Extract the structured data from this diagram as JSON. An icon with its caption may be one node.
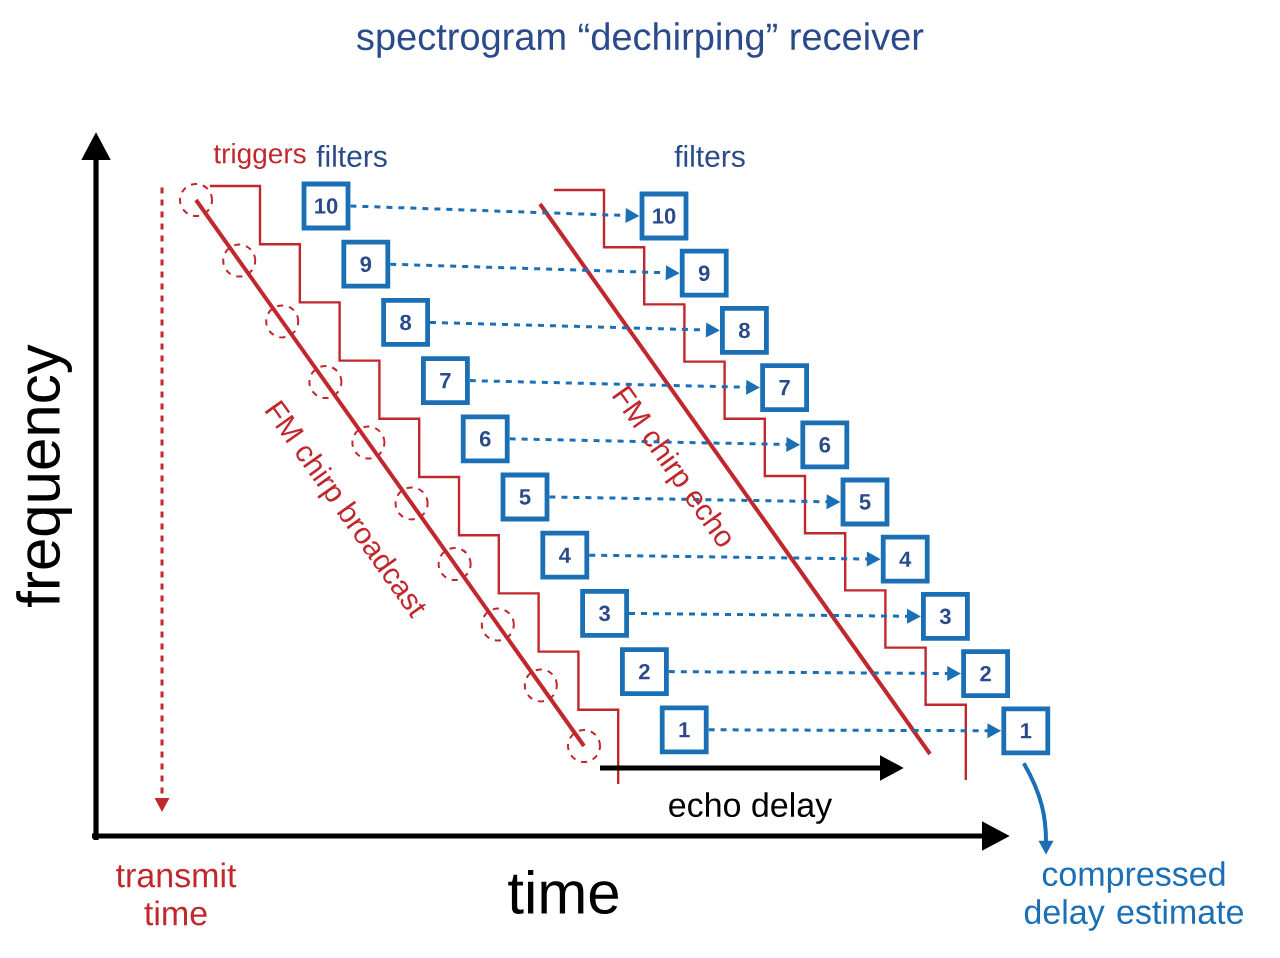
{
  "diagram": {
    "title": "spectrogram “dechirping” receiver",
    "nodes": [
      {
        "text": [
          "10"
        ]
      },
      {
        "text": [
          "9"
        ]
      },
      {
        "text": [
          "8"
        ]
      },
      {
        "text": [
          "7"
        ]
      },
      {
        "text": [
          "6"
        ]
      },
      {
        "text": [
          "5"
        ]
      },
      {
        "text": [
          "4"
        ]
      },
      {
        "text": [
          "3"
        ]
      },
      {
        "text": [
          "2"
        ]
      },
      {
        "text": [
          "1"
        ]
      },
      {
        "text": [
          "10"
        ]
      },
      {
        "text": [
          "9"
        ]
      },
      {
        "text": [
          "8"
        ]
      },
      {
        "text": [
          "7"
        ]
      },
      {
        "text": [
          "6"
        ]
      },
      {
        "text": [
          "5"
        ]
      },
      {
        "text": [
          "4"
        ]
      },
      {
        "text": [
          "3"
        ]
      },
      {
        "text": [
          "2"
        ]
      },
      {
        "text": [
          "1"
        ]
      },
      {
        "text": [
          "triggers"
        ]
      },
      {
        "text": [
          "transmit time"
        ]
      },
      {
        "text": [
          "compressed delay estimate"
        ]
      }
    ],
    "edges": [
      {
        "from": 0,
        "to": 10,
        "arrow": "to",
        "style": "dashed"
      },
      {
        "from": 1,
        "to": 11,
        "arrow": "to",
        "style": "dashed"
      },
      {
        "from": 2,
        "to": 12,
        "arrow": "to",
        "style": "dashed"
      },
      {
        "from": 3,
        "to": 13,
        "arrow": "to",
        "style": "dashed"
      },
      {
        "from": 4,
        "to": 14,
        "arrow": "to",
        "style": "dashed"
      },
      {
        "from": 5,
        "to": 15,
        "arrow": "to",
        "style": "dashed"
      },
      {
        "from": 6,
        "to": 16,
        "arrow": "to",
        "style": "dashed"
      },
      {
        "from": 7,
        "to": 17,
        "arrow": "to",
        "style": "dashed"
      },
      {
        "from": 8,
        "to": 18,
        "arrow": "to",
        "style": "dashed"
      },
      {
        "from": 9,
        "to": 19,
        "arrow": "to",
        "style": "dashed"
      },
      {
        "from": 20,
        "to": 21,
        "arrow": "to",
        "style": "dashed",
        "color": "#c0282d"
      },
      {
        "from": 19,
        "to": 22,
        "arrow": "to"
      }
    ],
    "labels": [
      "filters",
      "filters",
      "FM chirp broadcast",
      "FM chirp echo",
      "frequency",
      "echo delay",
      "time"
    ]
  }
}
